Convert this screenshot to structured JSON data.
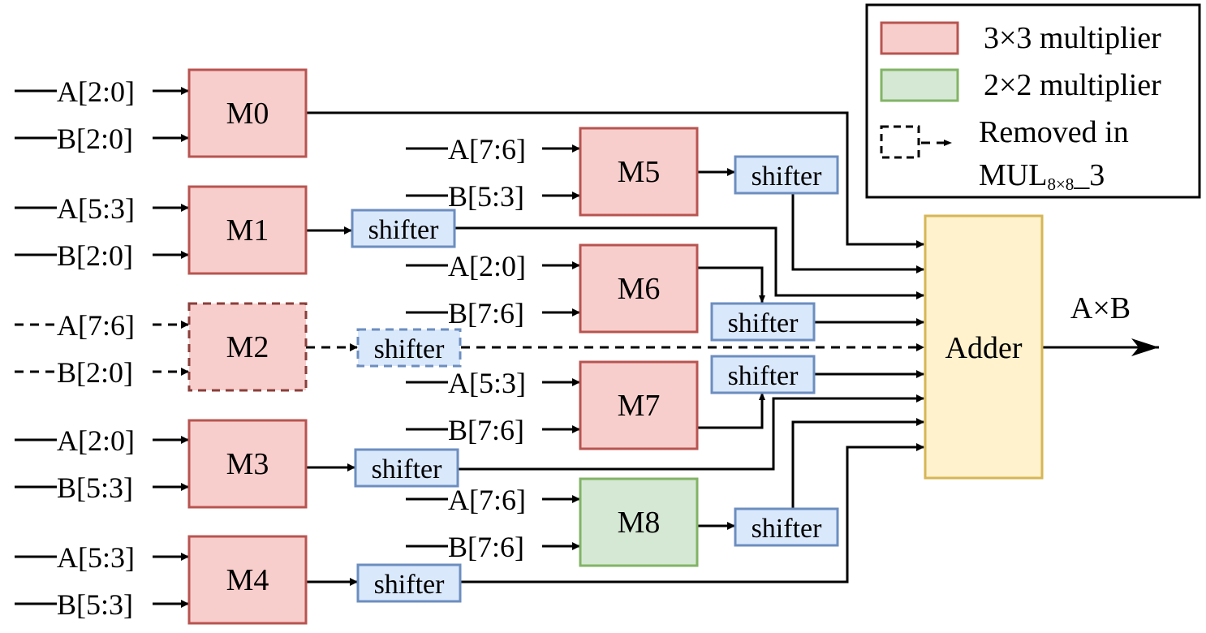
{
  "colors": {
    "mul3_fill": "#f8cecc",
    "mul3_stroke": "#b85450",
    "mul2_fill": "#d5e8d4",
    "mul2_stroke": "#82b366",
    "shifter_fill": "#dae8fc",
    "shifter_stroke": "#6c8ebf",
    "adder_fill": "#fff2cc",
    "adder_stroke": "#d6b656"
  },
  "blocks": {
    "m0": {
      "label": "M0",
      "in_a": "A[2:0]",
      "in_b": "B[2:0]"
    },
    "m1": {
      "label": "M1",
      "in_a": "A[5:3]",
      "in_b": "B[2:0]"
    },
    "m2": {
      "label": "M2",
      "in_a": "A[7:6]",
      "in_b": "B[2:0]"
    },
    "m3": {
      "label": "M3",
      "in_a": "A[2:0]",
      "in_b": "B[5:3]"
    },
    "m4": {
      "label": "M4",
      "in_a": "A[5:3]",
      "in_b": "B[5:3]"
    },
    "m5": {
      "label": "M5",
      "in_a": "A[7:6]",
      "in_b": "B[5:3]"
    },
    "m6": {
      "label": "M6",
      "in_a": "A[2:0]",
      "in_b": "B[7:6]"
    },
    "m7": {
      "label": "M7",
      "in_a": "A[5:3]",
      "in_b": "B[7:6]"
    },
    "m8": {
      "label": "M8",
      "in_a": "A[7:6]",
      "in_b": "B[7:6]"
    }
  },
  "shifter_label": "shifter",
  "adder": {
    "label": "Adder",
    "output": "A×B"
  },
  "legend": {
    "mul3": "3×3 multiplier",
    "mul2": "2×2 multiplier",
    "removed_line1": "Removed in",
    "removed_line2_main": "MUL",
    "removed_line2_sub": "8×8",
    "removed_line2_tail": "_3"
  }
}
